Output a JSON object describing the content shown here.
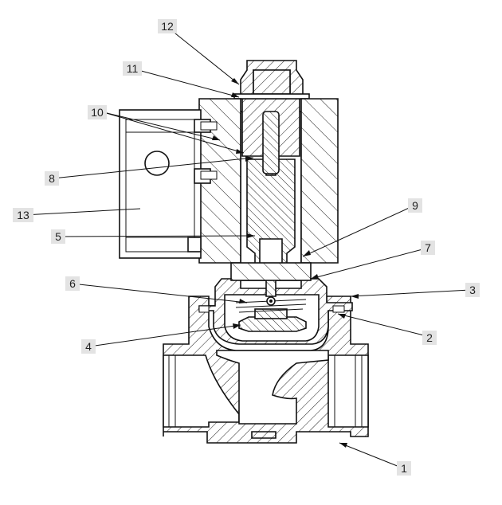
{
  "diagram": {
    "labels": [
      {
        "id": "12",
        "text": "12"
      },
      {
        "id": "11",
        "text": "11"
      },
      {
        "id": "10",
        "text": "10"
      },
      {
        "id": "8",
        "text": "8"
      },
      {
        "id": "13",
        "text": "13"
      },
      {
        "id": "5",
        "text": "5"
      },
      {
        "id": "6",
        "text": "6"
      },
      {
        "id": "4",
        "text": "4"
      },
      {
        "id": "9",
        "text": "9"
      },
      {
        "id": "7",
        "text": "7"
      },
      {
        "id": "3",
        "text": "3"
      },
      {
        "id": "2",
        "text": "2"
      },
      {
        "id": "1",
        "text": "1"
      }
    ],
    "colors": {
      "line": "#111111",
      "label_box": "#e3e3e3",
      "fill": "#ffffff"
    }
  }
}
